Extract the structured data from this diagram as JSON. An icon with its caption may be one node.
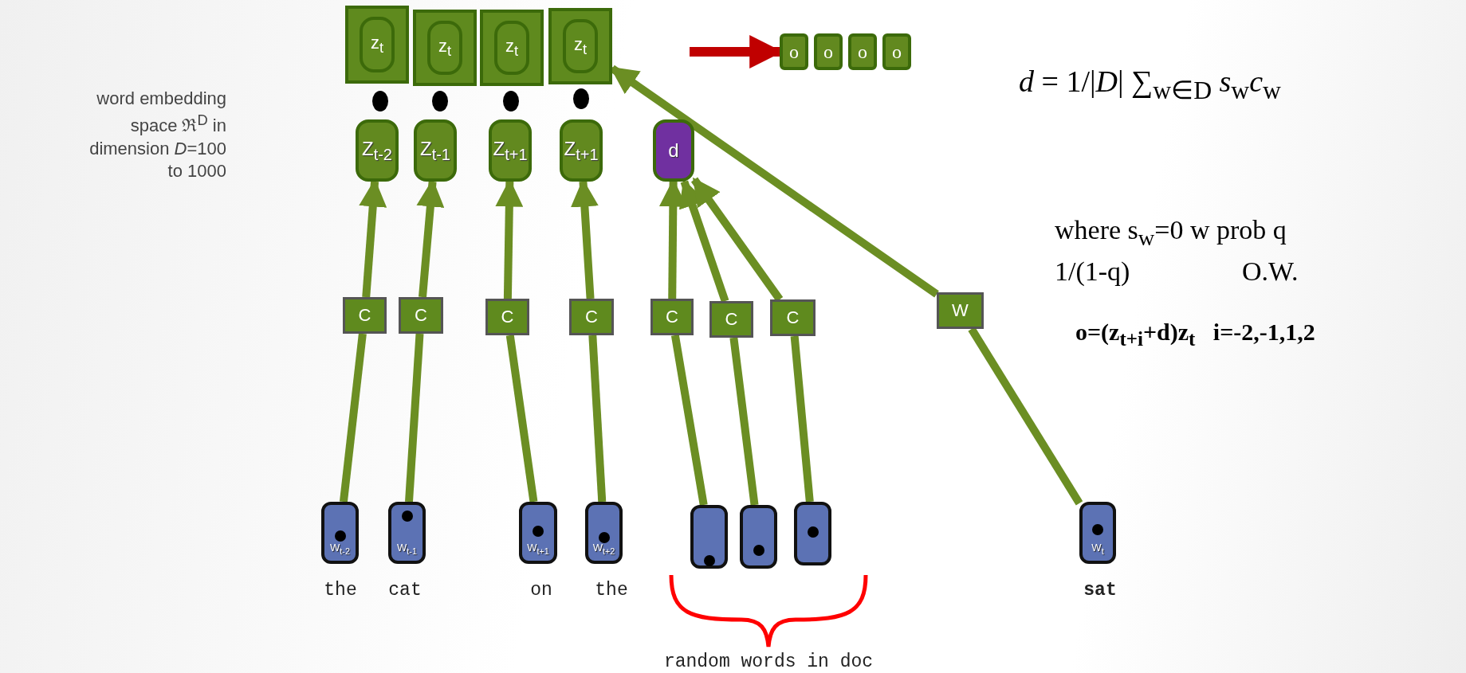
{
  "diagram": {
    "nodes": [
      {
        "text": [
          "z$_{t}$"
        ]
      },
      {
        "text": [
          "z$_{t}$"
        ]
      },
      {
        "text": [
          "z$_{t}$"
        ]
      },
      {
        "text": [
          "z$_{t}$"
        ]
      },
      {
        "text": [
          "o"
        ]
      },
      {
        "text": [
          "o"
        ]
      },
      {
        "text": [
          "o"
        ]
      },
      {
        "text": [
          "o"
        ]
      },
      {
        "text": [
          "Z$_{t-2}$"
        ]
      },
      {
        "text": [
          "Z$_{t-1}$"
        ]
      },
      {
        "text": [
          "Z$_{t+1}$"
        ]
      },
      {
        "text": [
          "Z$_{t+1}$"
        ]
      },
      {
        "text": [
          "d"
        ]
      },
      {
        "text": [
          "C"
        ]
      },
      {
        "text": [
          "C"
        ]
      },
      {
        "text": [
          "C"
        ]
      },
      {
        "text": [
          "C"
        ]
      },
      {
        "text": [
          "C"
        ]
      },
      {
        "text": [
          "C"
        ]
      },
      {
        "text": [
          "C"
        ]
      },
      {
        "text": [
          "W"
        ]
      },
      {
        "text": [
          "W$_{t-2}$"
        ],
        "beside": [
          "the"
        ]
      },
      {
        "text": [
          "W$_{t-1}$"
        ],
        "beside": [
          "cat"
        ]
      },
      {
        "text": [
          "W$_{t+1}$"
        ],
        "beside": [
          "on"
        ]
      },
      {
        "text": [
          "W$_{t+2}$"
        ],
        "beside": [
          "the"
        ]
      },
      {
        "text": [],
        "shape": "bar"
      },
      {
        "text": [],
        "shape": "bar"
      },
      {
        "text": [],
        "shape": "bar"
      },
      {
        "text": [
          "W$_{t}$"
        ],
        "beside": [
          "sat"
        ]
      }
    ],
    "edges": [
      {
        "from": 21,
        "to": 13,
        "arrow": "none"
      },
      {
        "from": 13,
        "to": 8,
        "arrow": "to"
      },
      {
        "from": 22,
        "to": 14,
        "arrow": "none"
      },
      {
        "from": 14,
        "to": 9,
        "arrow": "to"
      },
      {
        "from": 23,
        "to": 15,
        "arrow": "none"
      },
      {
        "from": 15,
        "to": 10,
        "arrow": "to"
      },
      {
        "from": 24,
        "to": 16,
        "arrow": "none"
      },
      {
        "from": 16,
        "to": 11,
        "arrow": "to"
      },
      {
        "from": 25,
        "to": 17,
        "arrow": "none"
      },
      {
        "from": 17,
        "to": 12,
        "arrow": "to"
      },
      {
        "from": 26,
        "to": 18,
        "arrow": "none"
      },
      {
        "from": 18,
        "to": 12,
        "arrow": "to"
      },
      {
        "from": 27,
        "to": 19,
        "arrow": "none"
      },
      {
        "from": 19,
        "to": 12,
        "arrow": "to"
      },
      {
        "from": 28,
        "to": 20,
        "arrow": "none"
      },
      {
        "from": 20,
        "to": 3,
        "arrow": "to"
      },
      {
        "from": null,
        "to": 4,
        "arrow": "to",
        "color": "#c00000"
      }
    ],
    "labels": [
      "word embedding space ℜ$^{D}$ in dimension *D*=100 to 1000",
      "*d* = 1/|*D*| ∑$_{w∈D}$ *s*$_{w}$*c*$_{w}$",
      "where s$_{w}$=0 w prob q",
      "1/(1-q)",
      "O.W.",
      "o=(z$_{t+i}$+d)z$_{t}$   i=-2,-1,1,2",
      "random words in doc"
    ]
  }
}
